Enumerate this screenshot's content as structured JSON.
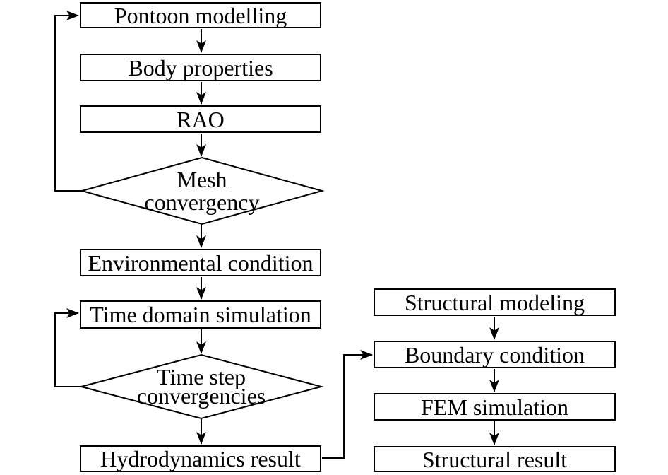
{
  "diagram_type": "flowchart",
  "colors": {
    "line": "#000000",
    "node_fill": "#ffffff",
    "text": "#000000",
    "background": "#ffffff"
  },
  "nodes": [
    {
      "id": "pontoon-modelling",
      "shape": "rect",
      "label": "Pontoon modelling"
    },
    {
      "id": "body-properties",
      "shape": "rect",
      "label": "Body properties"
    },
    {
      "id": "rao",
      "shape": "rect",
      "label": "RAO"
    },
    {
      "id": "mesh-convergency",
      "shape": "diamond",
      "label": "Mesh convergency",
      "line1": "Mesh",
      "line2": "convergency"
    },
    {
      "id": "environmental-condition",
      "shape": "rect",
      "label": "Environmental condition"
    },
    {
      "id": "time-domain-simulation",
      "shape": "rect",
      "label": "Time domain simulation"
    },
    {
      "id": "time-step-convergencies",
      "shape": "diamond",
      "label": "Time step convergencies",
      "line1": "Time step",
      "line2": "convergencies"
    },
    {
      "id": "hydrodynamics-result",
      "shape": "rect",
      "label": "Hydrodynamics result"
    },
    {
      "id": "structural-modeling",
      "shape": "rect",
      "label": "Structural modeling"
    },
    {
      "id": "boundary-condition",
      "shape": "rect",
      "label": "Boundary condition"
    },
    {
      "id": "fem-simulation",
      "shape": "rect",
      "label": "FEM simulation"
    },
    {
      "id": "structural-result",
      "shape": "rect",
      "label": "Structural result"
    }
  ],
  "edges": [
    {
      "from": "pontoon-modelling",
      "to": "body-properties",
      "type": "arrow"
    },
    {
      "from": "body-properties",
      "to": "rao",
      "type": "arrow"
    },
    {
      "from": "rao",
      "to": "mesh-convergency",
      "type": "arrow"
    },
    {
      "from": "mesh-convergency",
      "to": "environmental-condition",
      "type": "arrow"
    },
    {
      "from": "mesh-convergency",
      "to": "pontoon-modelling",
      "type": "feedback-loop"
    },
    {
      "from": "environmental-condition",
      "to": "time-domain-simulation",
      "type": "arrow"
    },
    {
      "from": "time-domain-simulation",
      "to": "time-step-convergencies",
      "type": "arrow"
    },
    {
      "from": "time-step-convergencies",
      "to": "time-domain-simulation",
      "type": "feedback-loop"
    },
    {
      "from": "time-step-convergencies",
      "to": "hydrodynamics-result",
      "type": "arrow"
    },
    {
      "from": "hydrodynamics-result",
      "to": "boundary-condition",
      "type": "elbow-arrow"
    },
    {
      "from": "structural-modeling",
      "to": "boundary-condition",
      "type": "arrow"
    },
    {
      "from": "boundary-condition",
      "to": "fem-simulation",
      "type": "arrow"
    },
    {
      "from": "fem-simulation",
      "to": "structural-result",
      "type": "arrow"
    }
  ]
}
